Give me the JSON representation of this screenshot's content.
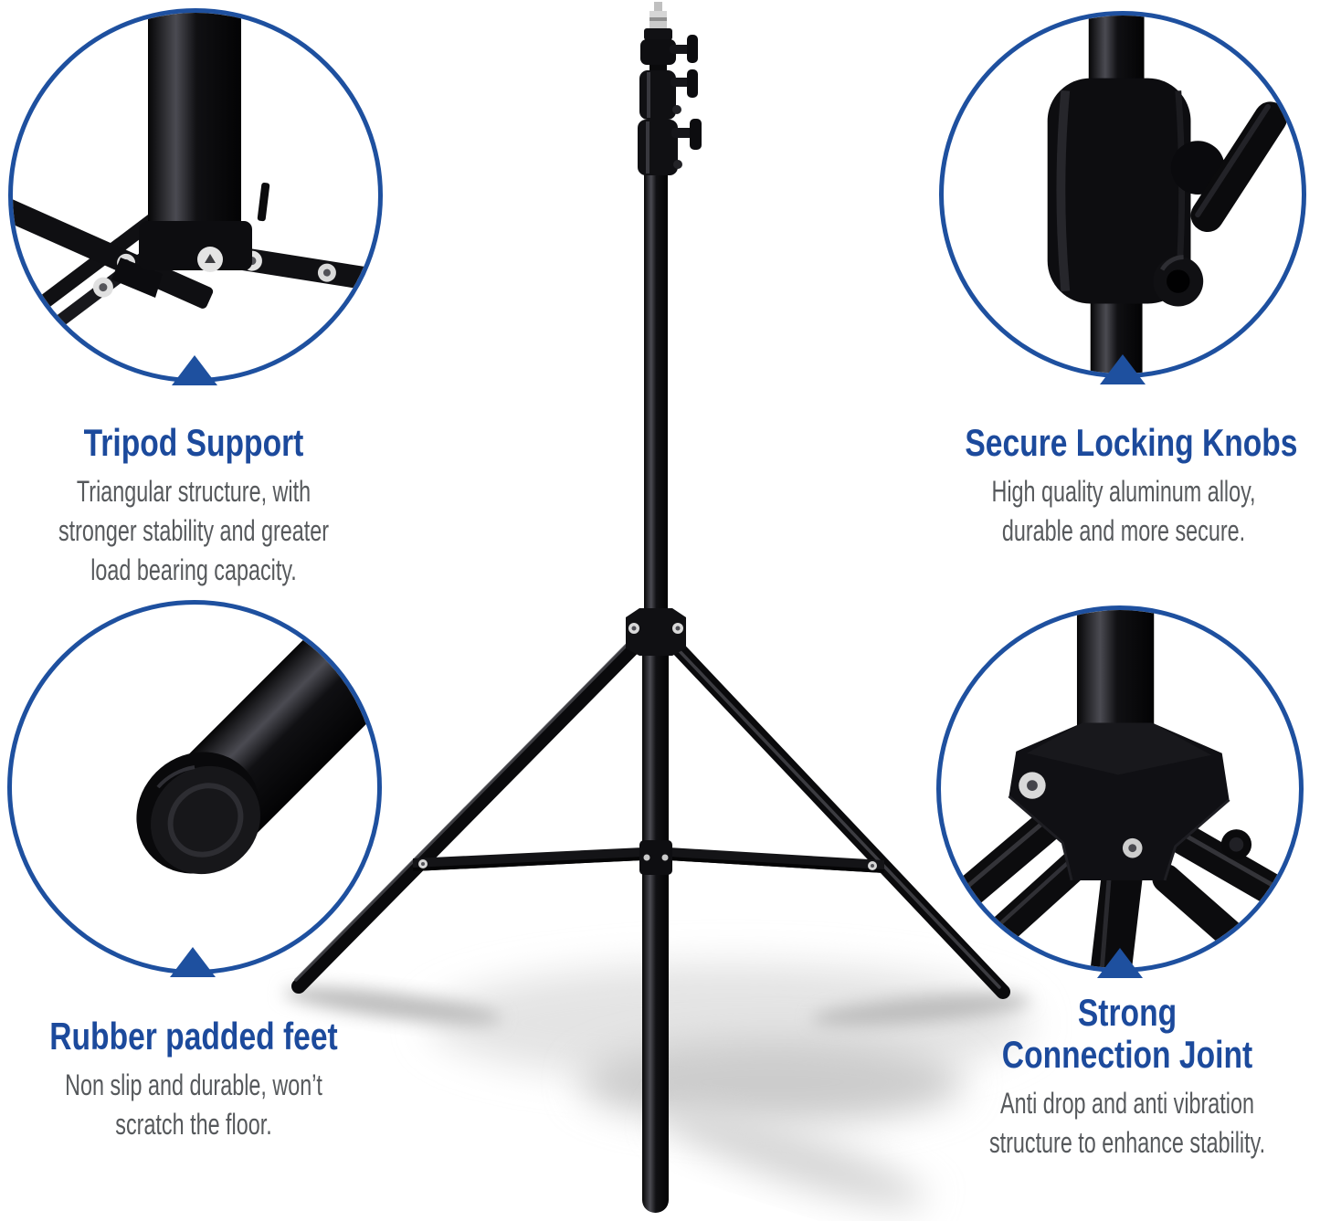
{
  "colors": {
    "accent_blue": "#1c4a9c",
    "circle_border_blue": "#1e509f",
    "body_text_gray": "#56595c",
    "background": "#ffffff",
    "product_black": "#0c0c0e",
    "rivet_silver": "#d9d9d9"
  },
  "icons": {
    "callout_pointer": "triangle-up",
    "closeups": [
      "tripod-hub-closeup-photo",
      "locking-knob-closeup-photo",
      "rubber-foot-closeup-photo",
      "connection-joint-closeup-photo"
    ]
  },
  "features": [
    {
      "id": "tripod-support",
      "title_lines": [
        "Tripod Support"
      ],
      "desc_lines": [
        "Triangular structure, with",
        "stronger stability and greater",
        "load bearing capacity."
      ]
    },
    {
      "id": "secure-locking-knobs",
      "title_lines": [
        "Secure Locking Knobs"
      ],
      "desc_lines": [
        "High quality aluminum alloy,",
        "durable and more secure."
      ]
    },
    {
      "id": "rubber-padded-feet",
      "title_lines": [
        "Rubber padded feet"
      ],
      "desc_lines": [
        "Non slip and durable, won’t",
        "scratch the floor."
      ]
    },
    {
      "id": "strong-connection-joint",
      "title_lines": [
        "Strong",
        "Connection Joint"
      ],
      "desc_lines": [
        "Anti drop and anti vibration",
        "structure to enhance stability."
      ]
    }
  ]
}
